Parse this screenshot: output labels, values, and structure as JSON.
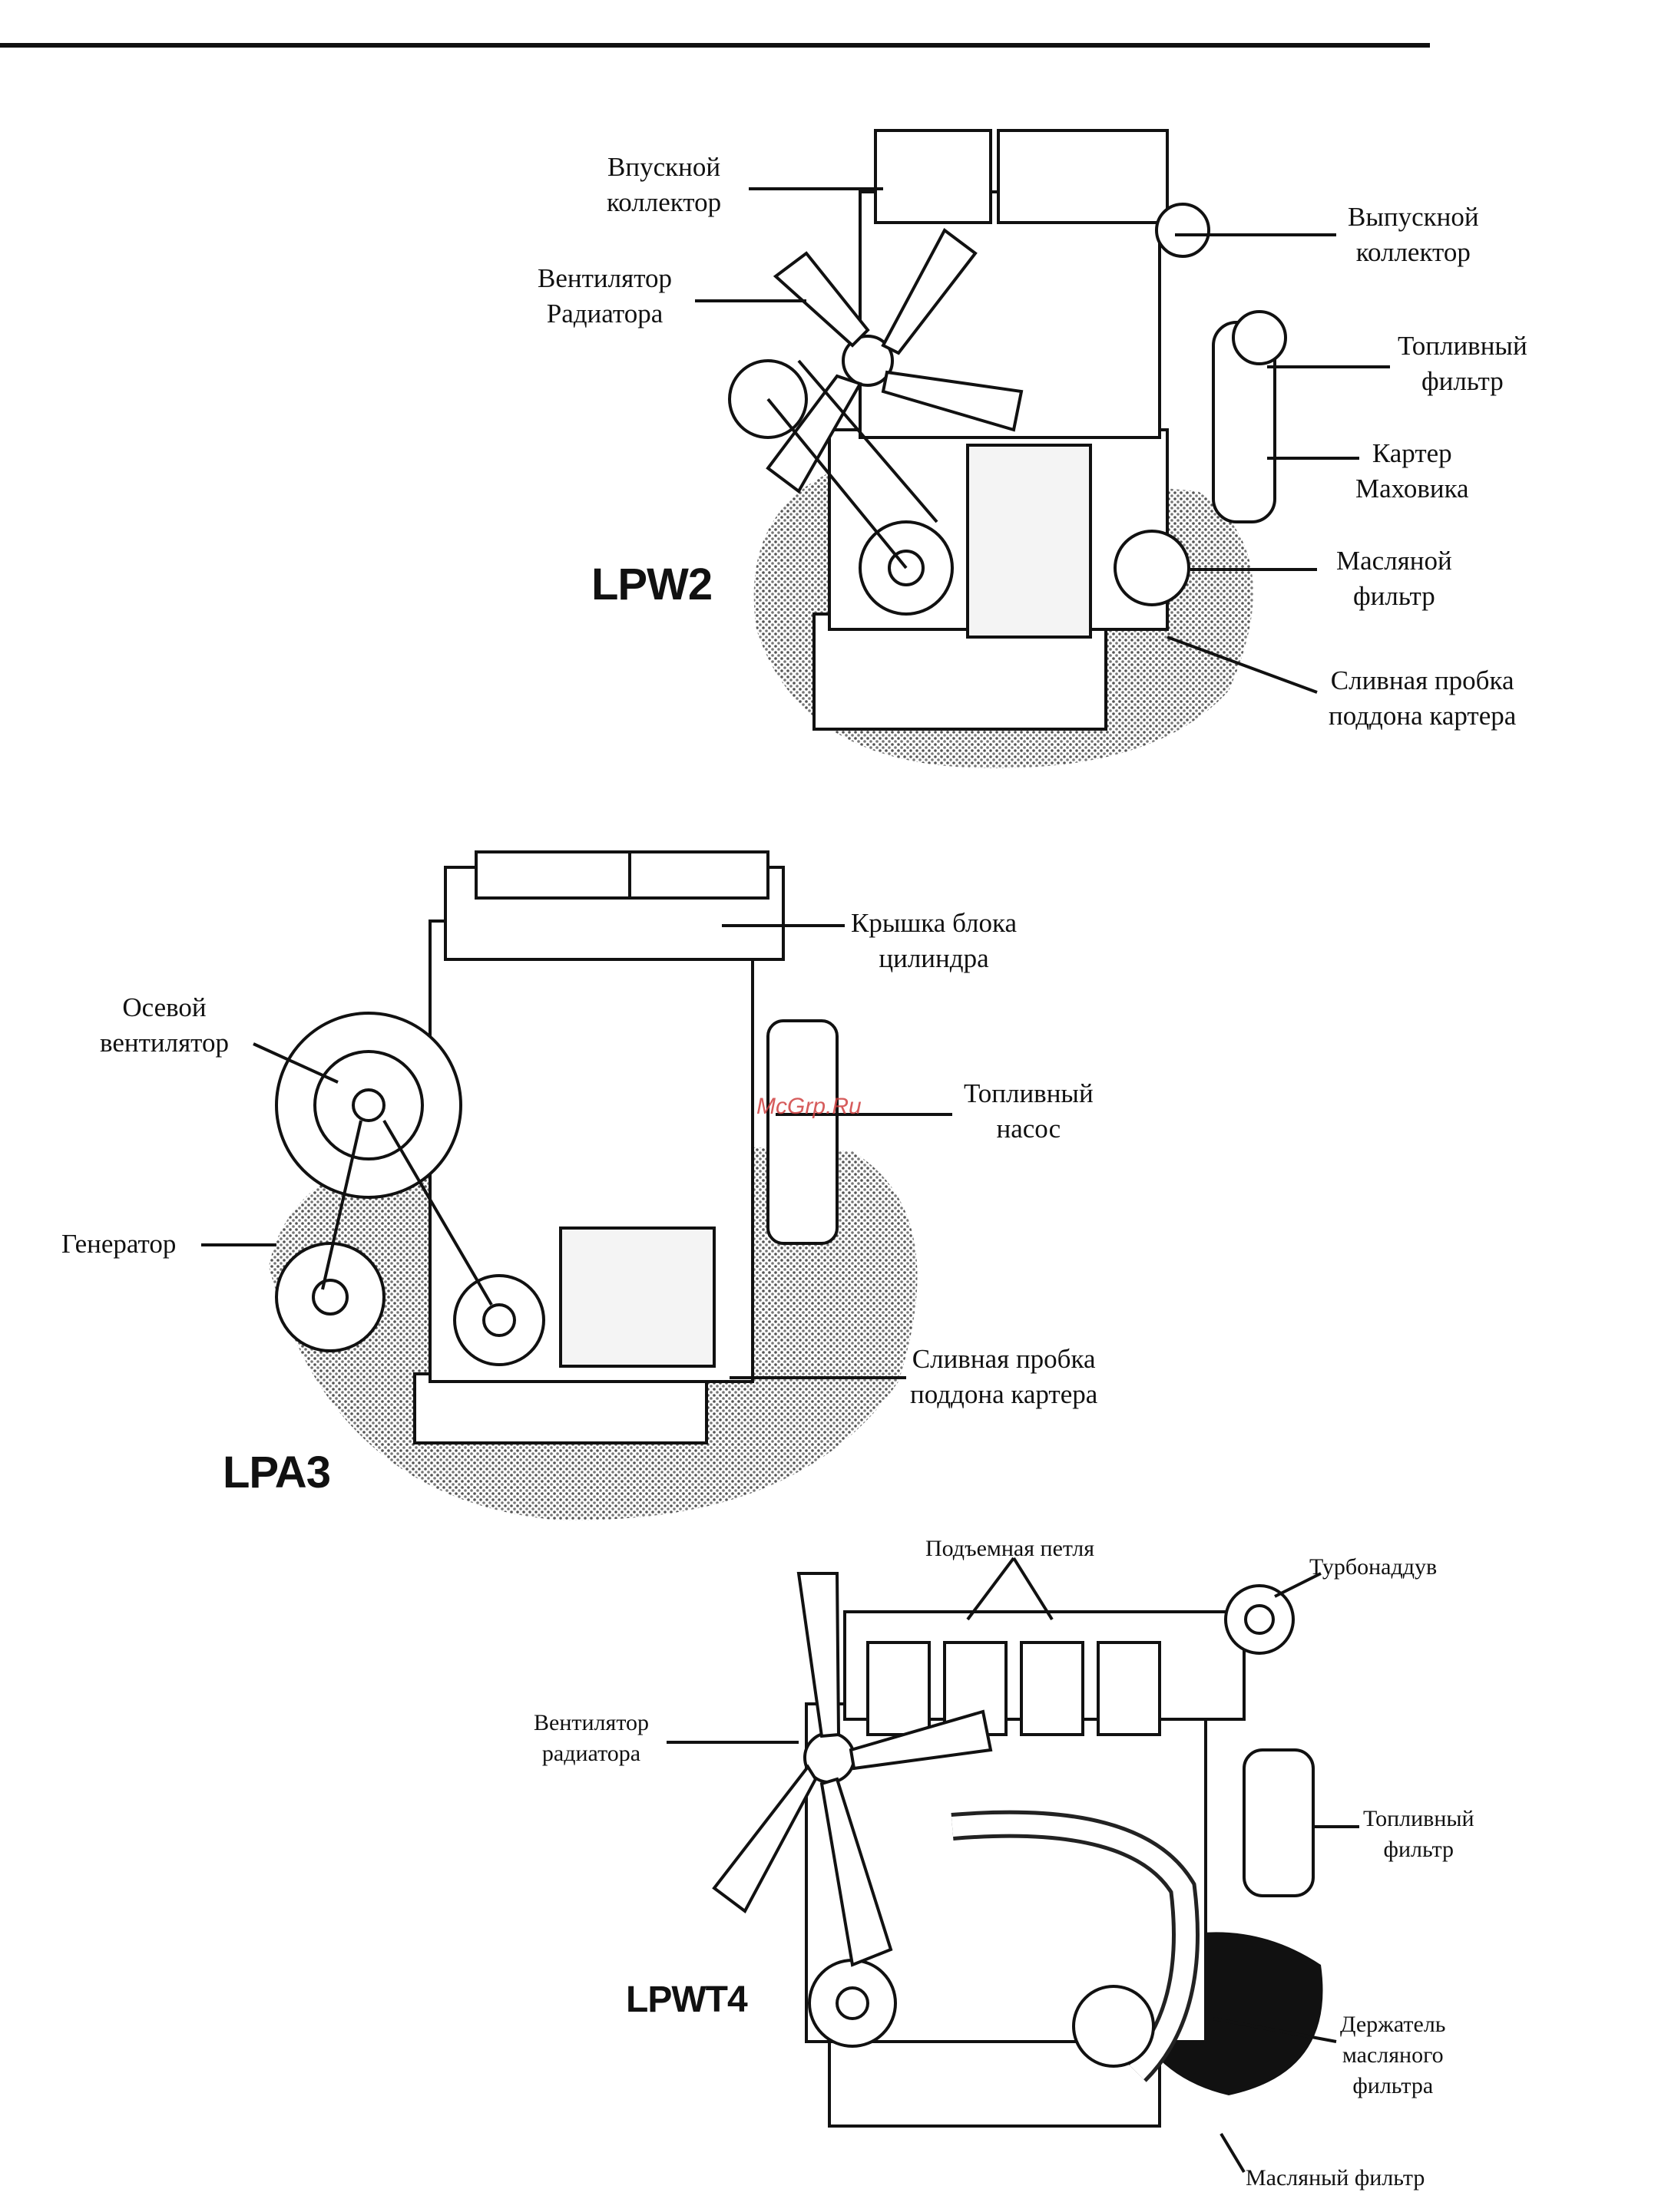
{
  "diagram1": {
    "model": "LPW2",
    "labels": {
      "intake": [
        "Впускной",
        "коллектор"
      ],
      "fan": [
        "Вентилятор",
        "Радиатора"
      ],
      "exhaust": [
        "Выпускной",
        "коллектор"
      ],
      "fuel_filter": [
        "Топливный",
        "фильтр"
      ],
      "flywheel": [
        "Картер",
        "Маховика"
      ],
      "oil_filter": [
        "Масляной",
        "фильтр"
      ],
      "drain": [
        "Сливная пробка",
        "поддона картера"
      ]
    }
  },
  "diagram2": {
    "model": "LPA3",
    "labels": {
      "head_cover": [
        "Крышка блока",
        "цилиндра"
      ],
      "axial_fan": [
        "Осевой",
        "вентилятор"
      ],
      "fuel_pump": [
        "Топливный",
        "насос"
      ],
      "generator": [
        "Генератор"
      ],
      "drain": [
        "Сливная пробка",
        "поддона картера"
      ]
    }
  },
  "diagram3": {
    "model": "LPWT4",
    "labels": {
      "lifting_eye": [
        "Подъемная петля"
      ],
      "turbo": [
        "Турбонаддув"
      ],
      "fan": [
        "Вентилятор",
        "радиатора"
      ],
      "fuel_filter": [
        "Топливный",
        "фильтр"
      ],
      "oil_filter_holder": [
        "Держатель",
        "масляного",
        "фильтра"
      ],
      "oil_filter": [
        "Масляный фильтр"
      ]
    }
  },
  "watermark": "McGrp.Ru"
}
